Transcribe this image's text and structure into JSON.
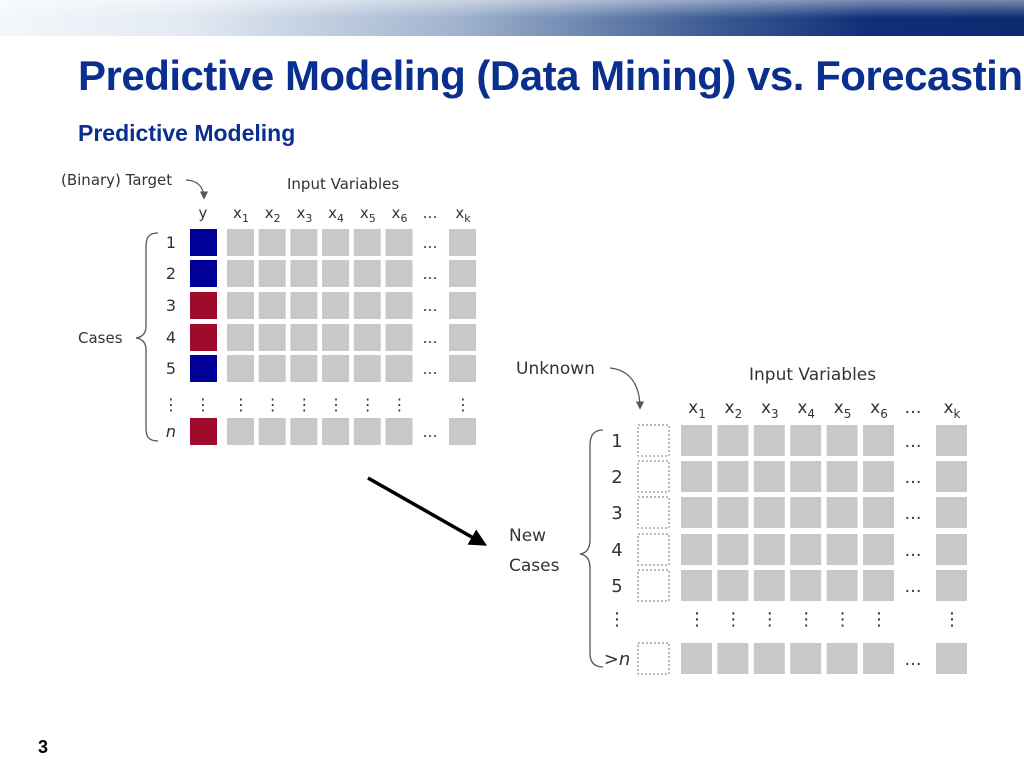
{
  "slide": {
    "title": "Predictive Modeling (Data Mining) vs. Forecasting",
    "subtitle": "Predictive Modeling",
    "page_number": "3"
  },
  "training": {
    "target_label": "(Binary) Target",
    "inputs_label": "Input Variables",
    "cases_label": "Cases",
    "y_header": "y",
    "x_headers": [
      "x",
      "x",
      "x",
      "x",
      "x",
      "x"
    ],
    "x_subscripts": [
      "1",
      "2",
      "3",
      "4",
      "5",
      "6"
    ],
    "ellipsis_header": "…",
    "xk_header": "x",
    "xk_subscript": "k",
    "row_labels": [
      "1",
      "2",
      "3",
      "4",
      "5",
      "⋮",
      "n"
    ],
    "target_colors": [
      "blue",
      "blue",
      "red",
      "red",
      "blue",
      null,
      "red"
    ]
  },
  "scoring": {
    "unknown_label": "Unknown",
    "inputs_label": "Input Variables",
    "new_cases_label_1": "New",
    "new_cases_label_2": "Cases",
    "x_headers": [
      "x",
      "x",
      "x",
      "x",
      "x",
      "x"
    ],
    "x_subscripts": [
      "1",
      "2",
      "3",
      "4",
      "5",
      "6"
    ],
    "ellipsis_header": "…",
    "xk_header": "x",
    "xk_subscript": "k",
    "row_labels": [
      "1",
      "2",
      "3",
      "4",
      "5",
      "⋮",
      ">n"
    ]
  },
  "colors": {
    "blue": "#000099",
    "red": "#9e0b2b",
    "cell": "#c8c8c8",
    "title": "#0b2f8f"
  }
}
